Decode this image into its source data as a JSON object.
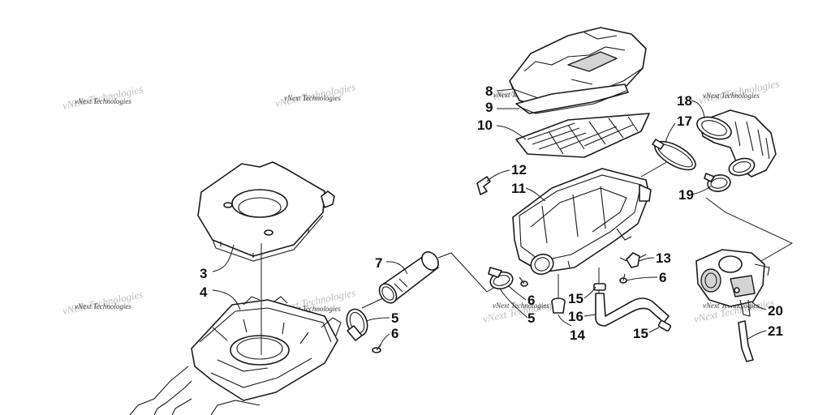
{
  "watermark": {
    "text": "vNext Technologies"
  },
  "callouts": {
    "c1": "3",
    "c2": "4",
    "c3": "5",
    "c4": "6",
    "c5": "7",
    "c6": "8",
    "c7": "9",
    "c8": "10",
    "c9": "11",
    "c10": "12",
    "c11": "13",
    "c12": "6",
    "c13": "6",
    "c14": "5",
    "c15": "14",
    "c16": "15",
    "c17": "16",
    "c18": "15",
    "c19": "17",
    "c20": "18",
    "c21": "19",
    "c22": "20",
    "c23": "21"
  }
}
